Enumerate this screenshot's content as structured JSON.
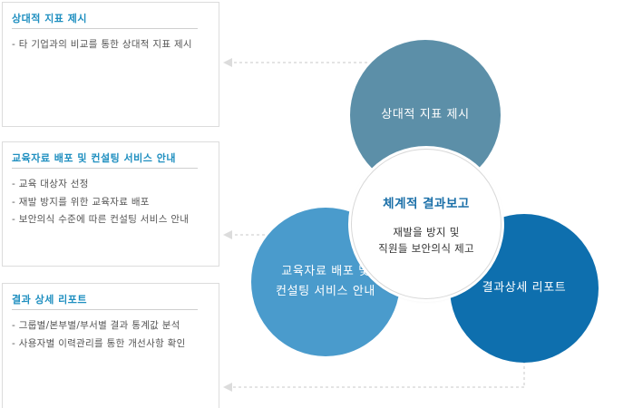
{
  "colors": {
    "accent": "#1f8fc0",
    "circle_top": "#5c8fa8",
    "circle_left": "#4a9bcc",
    "circle_right": "#0e6fae",
    "center_title": "#1a6fa8",
    "connector": "#c9c9c9"
  },
  "panels": [
    {
      "title": "상대적 지표 제시",
      "items": [
        "타 기업과의 비교를 통한 상대적 지표 제시"
      ]
    },
    {
      "title": "교육자료 배포 및 컨설팅 서비스 안내",
      "items": [
        "교육 대상자 선정",
        "재발 방지를 위한 교육자료 배포",
        "보안의식 수준에 따른 컨설팅 서비스 안내"
      ]
    },
    {
      "title": "결과 상세 리포트",
      "items": [
        "그룹별/본부별/부서별 결과 통계값 분석",
        "사용자별 이력관리를 통한 개선사항 확인"
      ]
    }
  ],
  "circles": {
    "top": {
      "label": "상대적 지표 제시"
    },
    "left": {
      "line1": "교육자료 배포 및",
      "line2": "컨설팅 서비스 안내"
    },
    "right": {
      "label": "결과상세 리포트"
    },
    "center": {
      "title": "체계적 결과보고",
      "line1": "재발을 방지 및",
      "line2": "직원들 보안의식 제고"
    }
  },
  "connector_icon": "arrow-left-icon"
}
